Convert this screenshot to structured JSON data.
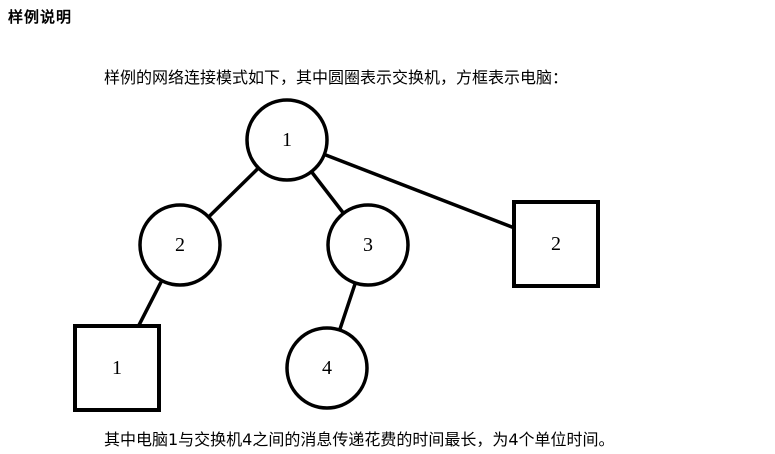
{
  "heading": "样例说明",
  "intro_text": "样例的网络连接模式如下，其中圆圈表示交换机，方框表示电脑：",
  "conclusion_text": "其中电脑1与交换机4之间的消息传递花费的时间最长，为4个单位时间。",
  "diagram": {
    "nodes": [
      {
        "id": "switch-1",
        "kind": "switch",
        "label": "1"
      },
      {
        "id": "switch-2",
        "kind": "switch",
        "label": "2"
      },
      {
        "id": "switch-3",
        "kind": "switch",
        "label": "3"
      },
      {
        "id": "switch-4",
        "kind": "switch",
        "label": "4"
      },
      {
        "id": "computer-1",
        "kind": "computer",
        "label": "1"
      },
      {
        "id": "computer-2",
        "kind": "computer",
        "label": "2"
      }
    ],
    "edges": [
      {
        "from": "switch-1",
        "to": "switch-2"
      },
      {
        "from": "switch-1",
        "to": "switch-3"
      },
      {
        "from": "switch-1",
        "to": "computer-2"
      },
      {
        "from": "switch-2",
        "to": "computer-1"
      },
      {
        "from": "switch-3",
        "to": "switch-4"
      }
    ]
  }
}
